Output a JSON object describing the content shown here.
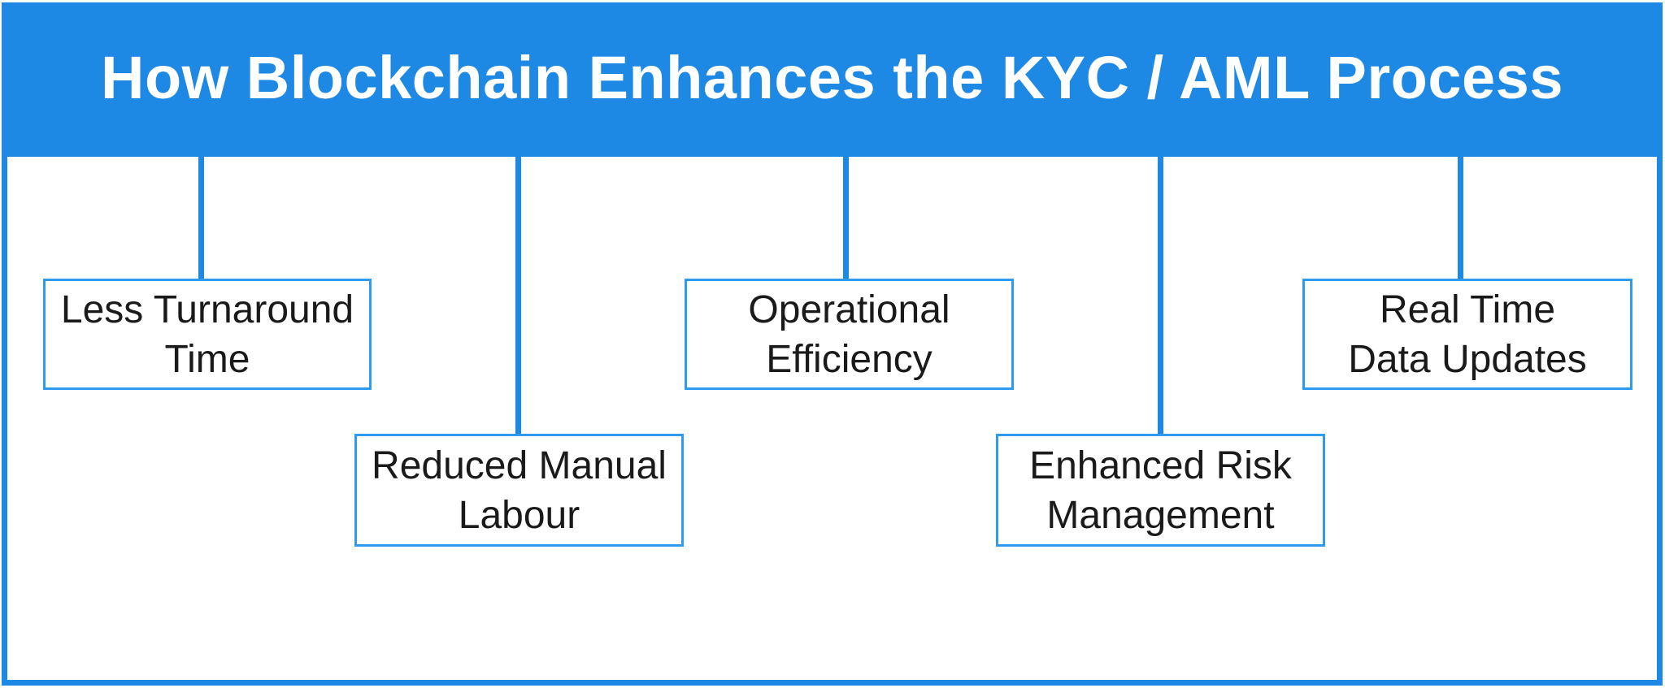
{
  "title": "How Blockchain Enhances the KYC / AML Process",
  "colors": {
    "banner_blue": "#1e88e5",
    "box_border_blue": "#2e9af0",
    "text_black": "#1a1a1a",
    "background_white": "#ffffff"
  },
  "nodes": [
    {
      "label": "Less Turnaround\nTime",
      "row": "top"
    },
    {
      "label": "Reduced Manual\nLabour",
      "row": "bottom"
    },
    {
      "label": "Operational\nEfficiency",
      "row": "top"
    },
    {
      "label": "Enhanced Risk\nManagement",
      "row": "bottom"
    },
    {
      "label": "Real Time\nData Updates",
      "row": "top"
    }
  ]
}
